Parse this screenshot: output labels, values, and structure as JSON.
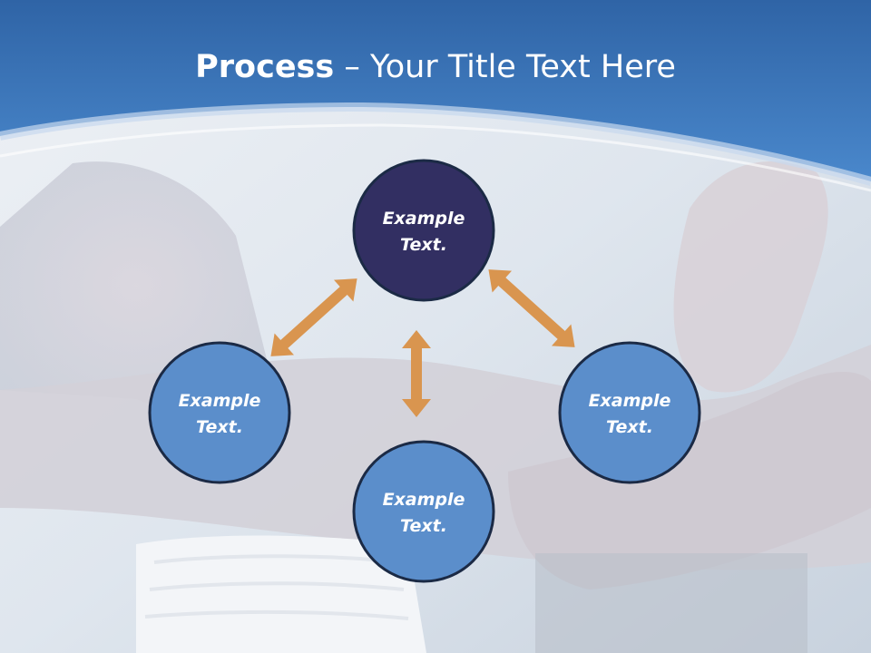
{
  "slide": {
    "title_bold": "Process",
    "title_separator": " – ",
    "title_rest": "Your Title Text Here"
  },
  "nodes": [
    {
      "line1": "Example",
      "line2": "Text.",
      "fill": "#322f62"
    },
    {
      "line1": "Example",
      "line2": "Text.",
      "fill": "#5b8ecb"
    },
    {
      "line1": "Example",
      "line2": "Text.",
      "fill": "#5b8ecb"
    },
    {
      "line1": "Example",
      "line2": "Text.",
      "fill": "#5b8ecb"
    }
  ],
  "colors": {
    "header_blue": "#3f7cc0",
    "arrow": "#d9954f",
    "node_stroke": "#1b2a45"
  }
}
